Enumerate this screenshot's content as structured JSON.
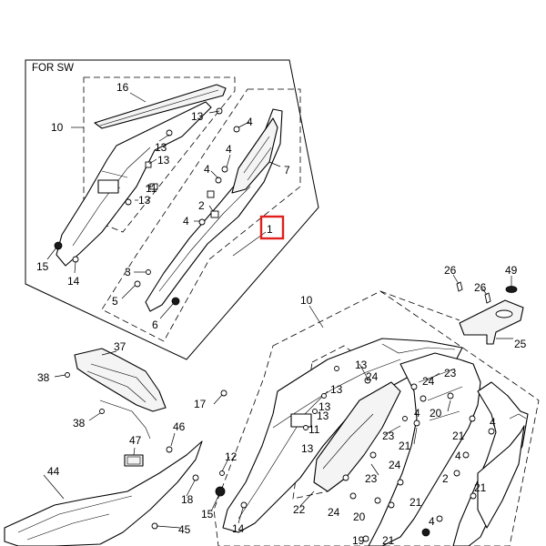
{
  "diagram": {
    "inset_label": "FOR SW",
    "highlight_color": "#e0201c",
    "highlighted_callout": "1",
    "inset_callouts": [
      "16",
      "10",
      "13",
      "13",
      "13",
      "4",
      "4",
      "4",
      "7",
      "11",
      "13",
      "2",
      "4",
      "15",
      "14",
      "3",
      "5",
      "6"
    ],
    "main_callouts": [
      "10",
      "26",
      "26",
      "49",
      "25",
      "37",
      "38",
      "38",
      "13",
      "24",
      "23",
      "13",
      "13",
      "24",
      "20",
      "4",
      "4",
      "21",
      "17",
      "13",
      "11",
      "23",
      "21",
      "13",
      "24",
      "4",
      "12",
      "23",
      "2",
      "46",
      "47",
      "18",
      "15",
      "14",
      "22",
      "24",
      "20",
      "21",
      "44",
      "45",
      "19",
      "21",
      "21",
      "4"
    ]
  }
}
